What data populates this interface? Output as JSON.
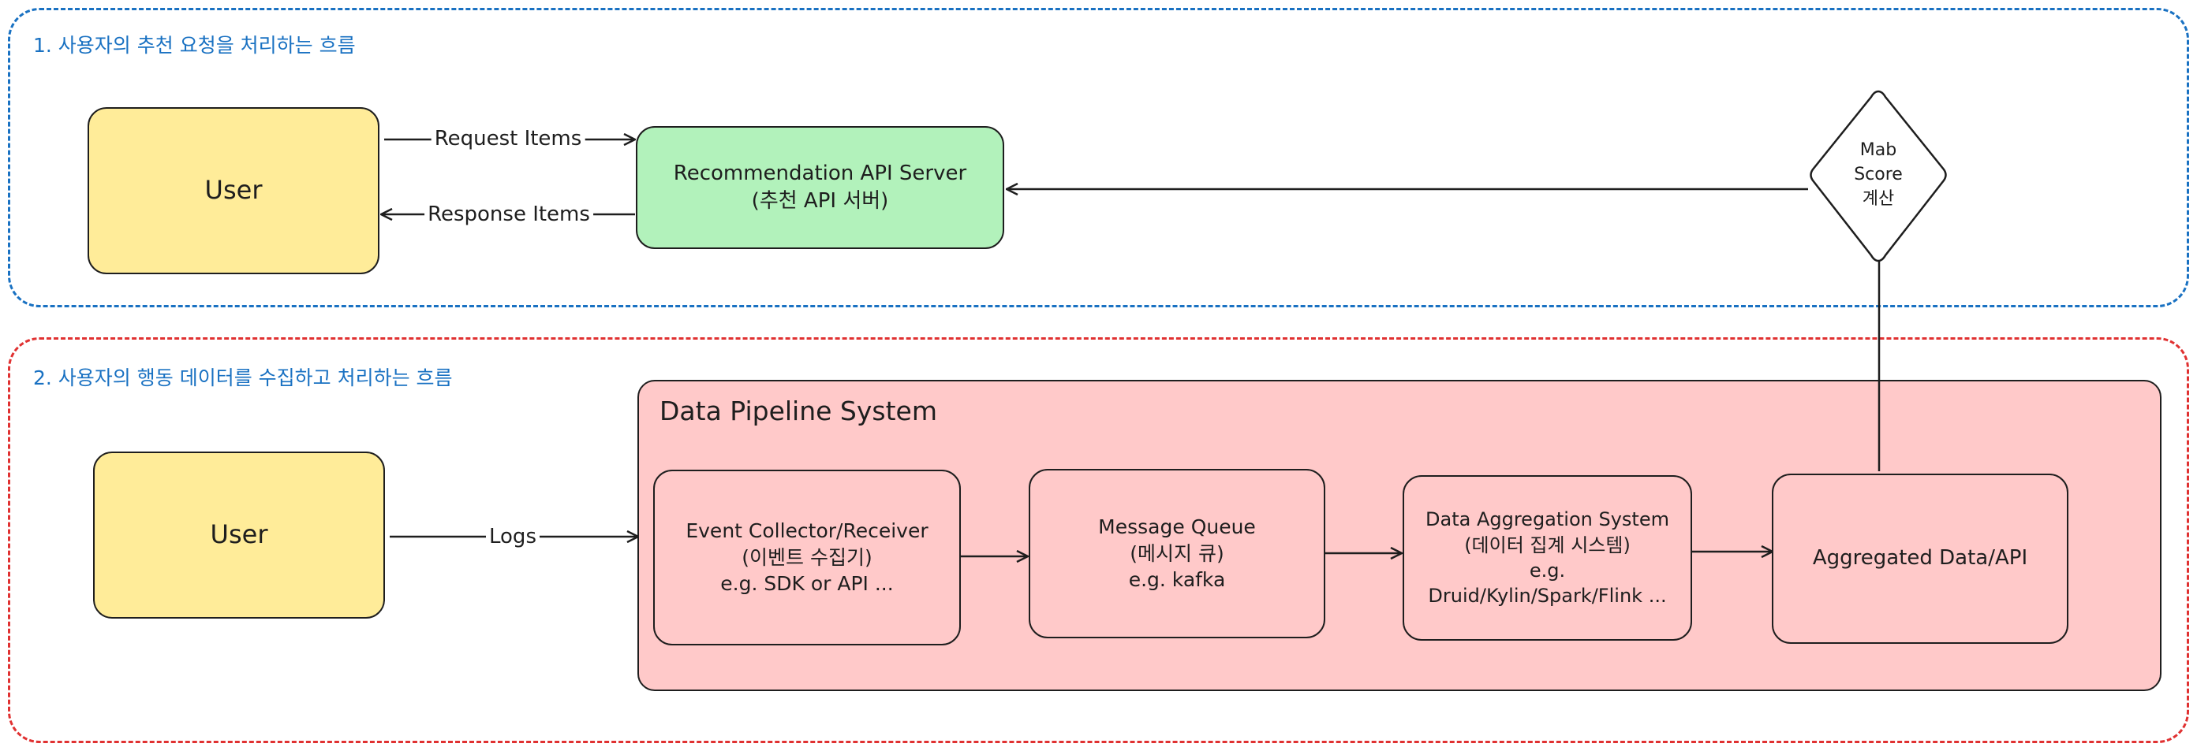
{
  "sections": {
    "request_flow": {
      "title": "1. 사용자의 추천 요청을 처리하는 흐름"
    },
    "behavior_flow": {
      "title": "2. 사용자의 행동 데이터를 수집하고 처리하는 흐름"
    }
  },
  "nodes": {
    "user_top": {
      "label": "User"
    },
    "rec_server": {
      "line1": "Recommendation API Server",
      "line2": "(추천 API 서버)"
    },
    "mab": {
      "line1": "Mab",
      "line2": "Score",
      "line3": "계산"
    },
    "user_bottom": {
      "label": "User"
    },
    "pipeline": {
      "title": "Data Pipeline System"
    },
    "event_collector": {
      "line1": "Event Collector/Receiver",
      "line2": "(이벤트 수집기)",
      "line3": "e.g. SDK or API ..."
    },
    "message_queue": {
      "line1": "Message Queue",
      "line2": "(메시지 큐)",
      "line3": "e.g. kafka"
    },
    "aggregation": {
      "line1": "Data Aggregation System",
      "line2": "(데이터 집계 시스템)",
      "line3": "e.g.",
      "line4": "Druid/Kylin/Spark/Flink ..."
    },
    "aggregated_api": {
      "label": "Aggregated Data/API"
    }
  },
  "edges": {
    "request": {
      "label": "Request Items"
    },
    "response": {
      "label": "Response Items"
    },
    "logs": {
      "label": "Logs"
    }
  },
  "colors": {
    "user": "#ffec99",
    "server": "#b2f2bb",
    "pipeline": "#ffc9c9",
    "section_1_border": "#1971c2",
    "section_2_border": "#e03131",
    "section_title": "#1971c2",
    "stroke": "#1e1e1e"
  }
}
